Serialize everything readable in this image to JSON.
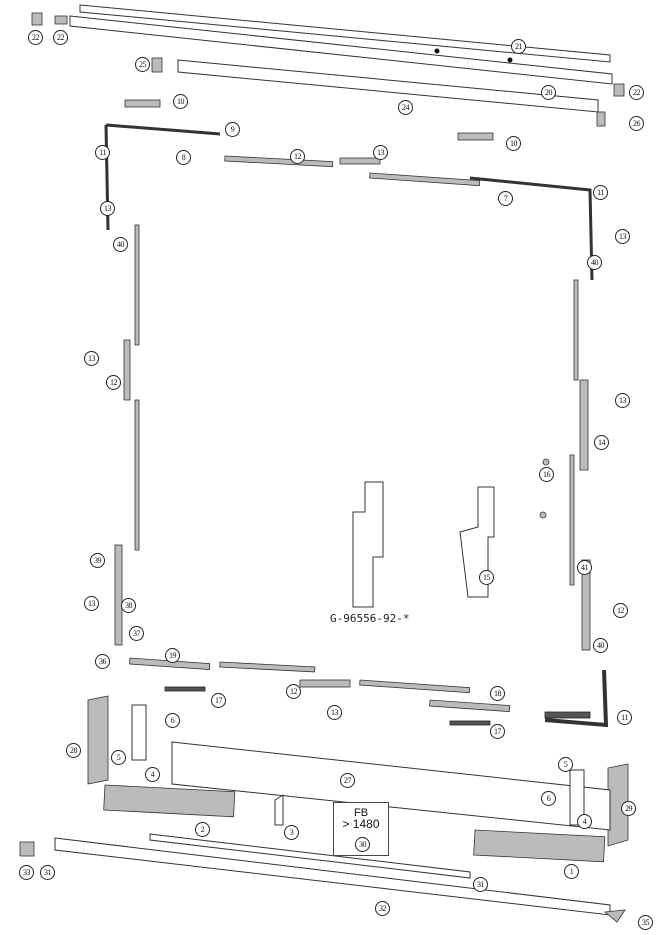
{
  "drawing_code": "G-96556-92-*",
  "note_box": {
    "line1": "FB",
    "line2": "> 1480",
    "part": "30"
  },
  "labels": [
    "22",
    "22",
    "21",
    "25",
    "20",
    "22",
    "24",
    "26",
    "10",
    "9",
    "11",
    "8",
    "12",
    "13",
    "10",
    "7",
    "11",
    "13",
    "13",
    "40",
    "40",
    "13",
    "12",
    "13",
    "14",
    "16",
    "15",
    "39",
    "13",
    "38",
    "41",
    "12",
    "37",
    "36",
    "40",
    "19",
    "17",
    "12",
    "13",
    "18",
    "17",
    "11",
    "6",
    "28",
    "5",
    "4",
    "27",
    "5",
    "6",
    "4",
    "29",
    "2",
    "3",
    "1",
    "33",
    "31",
    "31",
    "32",
    "35"
  ]
}
